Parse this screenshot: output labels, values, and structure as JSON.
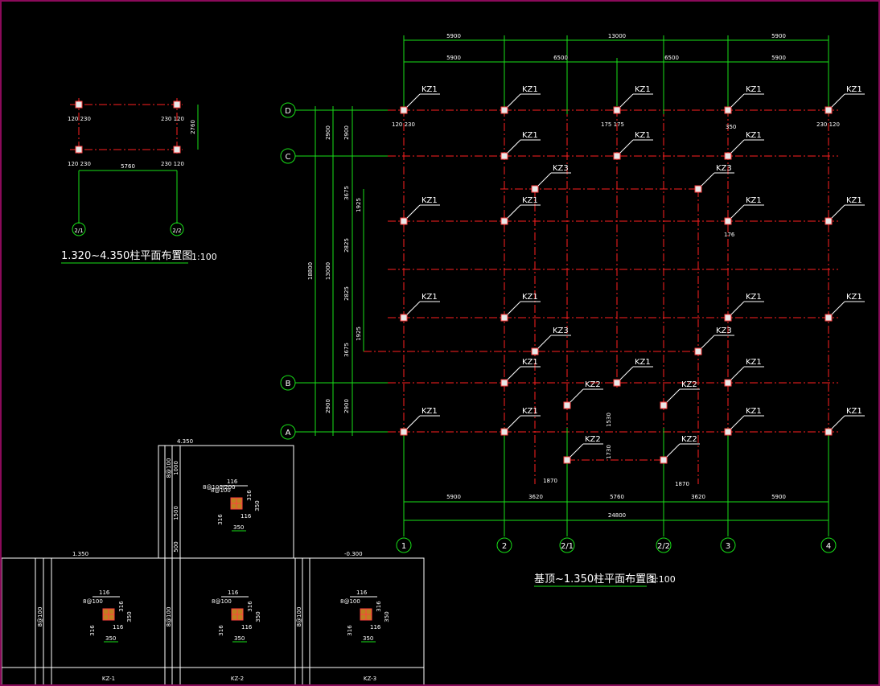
{
  "colors": {
    "background": "#000000",
    "dimension": "#18e018",
    "axis": "#ff2020",
    "text": "#ffffff",
    "column": "#e8e8e8",
    "column_section": "#c08020",
    "border": "#8a0a5a"
  },
  "main_plan": {
    "title": "基顶~1.350柱平面布置图",
    "scale": "1:100",
    "axes_x": [
      "1",
      "2",
      "2/1",
      "2/2",
      "3",
      "4"
    ],
    "axes_y": [
      "D",
      "C",
      "B",
      "A"
    ],
    "top_dims_row1": [
      "5900",
      "13000",
      "5900"
    ],
    "top_dims_row2": [
      "5900",
      "6500",
      "6500",
      "5900"
    ],
    "bottom_dims_row1": [
      "5900",
      "3620",
      "5760",
      "3620",
      "5900"
    ],
    "bottom_total": "24800",
    "left_dims_outer": [
      "18800"
    ],
    "left_dims_mid": [
      "13000"
    ],
    "left_dims_inner": [
      "2900",
      "2900",
      "3675",
      "1925",
      "2825",
      "2825",
      "1925",
      "3675",
      "2900",
      "2900"
    ],
    "column_labels": [
      "KZ1",
      "KZ2",
      "KZ3"
    ],
    "column_offsets": [
      "120",
      "230",
      "175",
      "350",
      "176"
    ],
    "misc_dims": [
      "1530",
      "1730",
      "1870",
      "1870"
    ]
  },
  "upper_plan": {
    "title": "1.320~4.350柱平面布置图",
    "scale": "1:100",
    "axes": [
      "2/1",
      "2/2"
    ],
    "dims": [
      "5760",
      "2760"
    ],
    "offsets": [
      "230",
      "120",
      "120",
      "230"
    ]
  },
  "elevations": {
    "levels": [
      "4.350",
      "1.350",
      "-0.300"
    ],
    "heights": [
      "8@100",
      "1000",
      "1500",
      "500"
    ],
    "labels": [
      "KZ-1",
      "KZ-2",
      "KZ-3"
    ],
    "section_dims": [
      "116",
      "8@100",
      "8@100/200",
      "316",
      "350"
    ]
  }
}
